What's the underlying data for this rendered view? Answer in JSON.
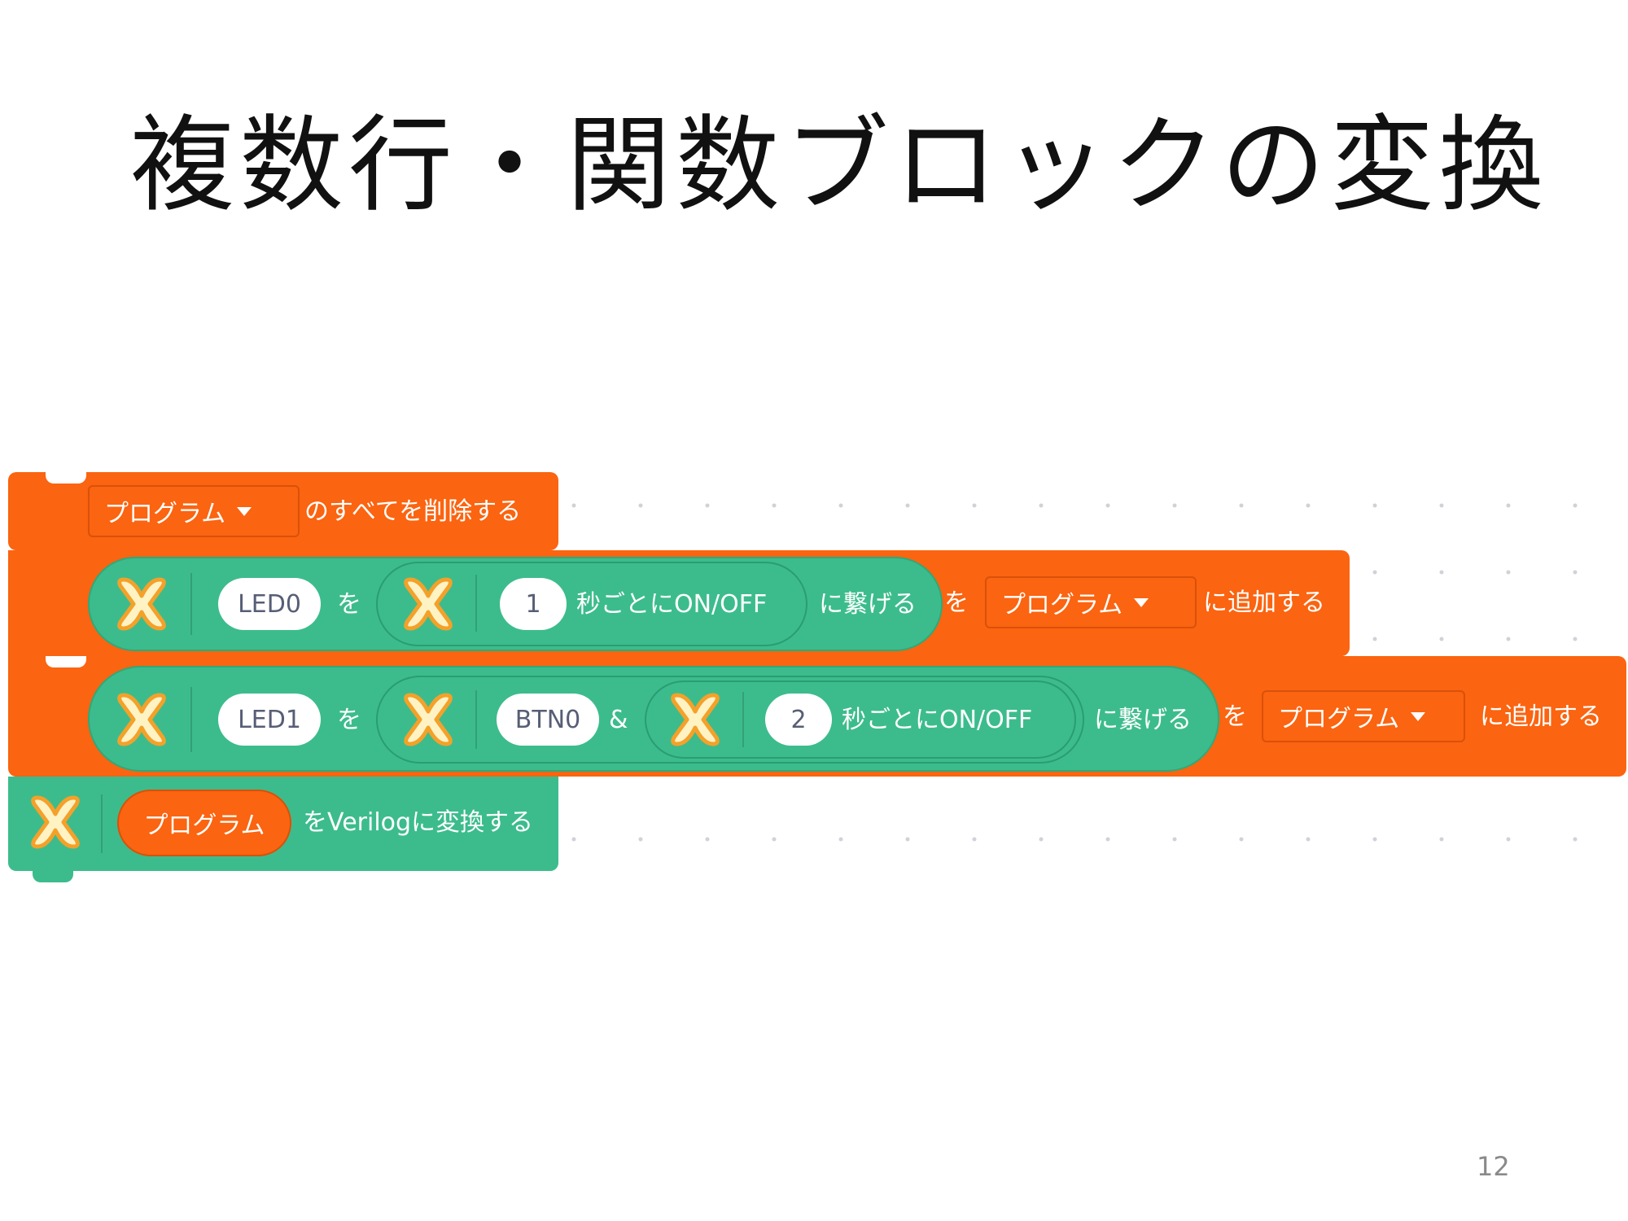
{
  "slide": {
    "title": "複数行・関数ブロックの変換",
    "page_number": "12"
  },
  "colors": {
    "orange_block": "#fb6410",
    "green_block": "#3cbc8c",
    "pill_text": "#575e75"
  },
  "icons": {
    "extension": "cross-x-icon",
    "dropdown": "caret-down-icon"
  },
  "blocks": {
    "clear": {
      "dropdown_value": "プログラム",
      "suffix": "のすべてを削除する"
    },
    "add_row1": {
      "led": "LED0",
      "wo1": "を",
      "interval": "1",
      "blink_text": "秒ごとにON/OFF",
      "connect": "に繋げる",
      "wo2": "を",
      "dropdown_value": "プログラム",
      "suffix": "に追加する"
    },
    "add_row2": {
      "led": "LED1",
      "wo1": "を",
      "button": "BTN0",
      "and": "&",
      "interval": "2",
      "blink_text": "秒ごとにON/OFF",
      "connect": "に繋げる",
      "wo2": "を",
      "dropdown_value": "プログラム",
      "suffix": "に追加する"
    },
    "convert": {
      "program": "プログラム",
      "suffix": "をVerilogに変換する"
    }
  }
}
